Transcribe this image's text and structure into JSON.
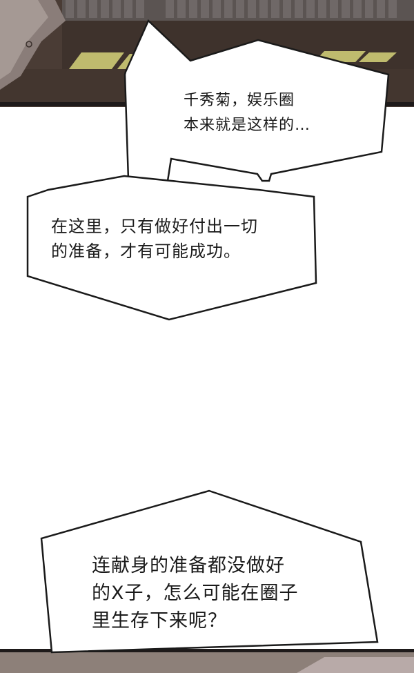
{
  "bubbles": [
    {
      "lines": [
        "千秀菊，娱乐圈",
        "本来就是这样的…"
      ]
    },
    {
      "lines": [
        "在这里，只有做好付出一切",
        "的准备，才有可能成功。"
      ]
    },
    {
      "lines": [
        "连献身的准备都没做好",
        "的X子，怎么可能在圈子",
        "里生存下来呢？"
      ]
    }
  ],
  "colors": {
    "panel_dark": "#3a2f2a",
    "bookshelf": "#5a4a40",
    "floor_stripes": "#d8d67a",
    "bubble_fill": "#ffffff",
    "bubble_stroke": "#1a1a1a"
  }
}
